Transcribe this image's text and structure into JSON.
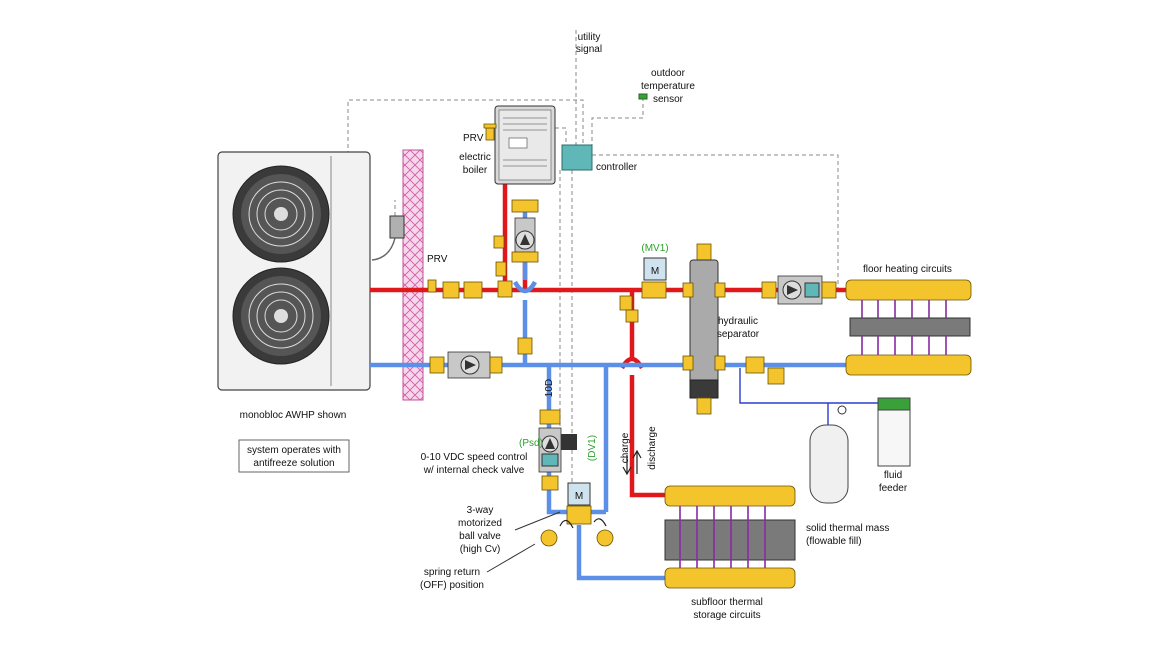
{
  "labels": {
    "utility_signal_1": "utility",
    "utility_signal_2": "signal",
    "outdoor_sensor_1": "outdoor",
    "outdoor_sensor_2": "temperature",
    "outdoor_sensor_3": "sensor",
    "prv_boiler": "PRV",
    "electric_boiler_1": "electric",
    "electric_boiler_2": "boiler",
    "controller": "controller",
    "prv_awhp": "PRV",
    "mv1": "(MV1)",
    "floor_heating": "floor heating circuits",
    "hydraulic_separator_1": "hydraulic",
    "hydraulic_separator_2": "separator",
    "monobloc": "monobloc AWHP shown",
    "antifreeze_1": "system operates with",
    "antifreeze_2": "antifreeze solution",
    "ten_d": "10D",
    "psd": "(Psd)",
    "dv1": "(DV1)",
    "speed_control_1": "0-10 VDC speed control",
    "speed_control_2": "w/ internal check valve",
    "charge": "charge",
    "discharge": "discharge",
    "fluid_feeder_1": "fluid",
    "fluid_feeder_2": "feeder",
    "three_way_1": "3-way",
    "three_way_2": "motorized",
    "three_way_3": "ball valve",
    "three_way_4": "(high Cv)",
    "spring_return_1": "spring return",
    "spring_return_2": "(OFF) position",
    "thermal_mass_1": "solid thermal mass",
    "thermal_mass_2": "(flowable fill)",
    "subfloor_1": "subfloor thermal",
    "subfloor_2": "storage circuits",
    "motor_symbol": "M"
  },
  "colors": {
    "hot_pipe": "#e0181c",
    "cold_pipe": "#5b8fe8",
    "brass": "#f3c42b",
    "controller": "#5fb7b7",
    "label_green": "#2aa12a",
    "insulation": "#f2c7e2"
  }
}
